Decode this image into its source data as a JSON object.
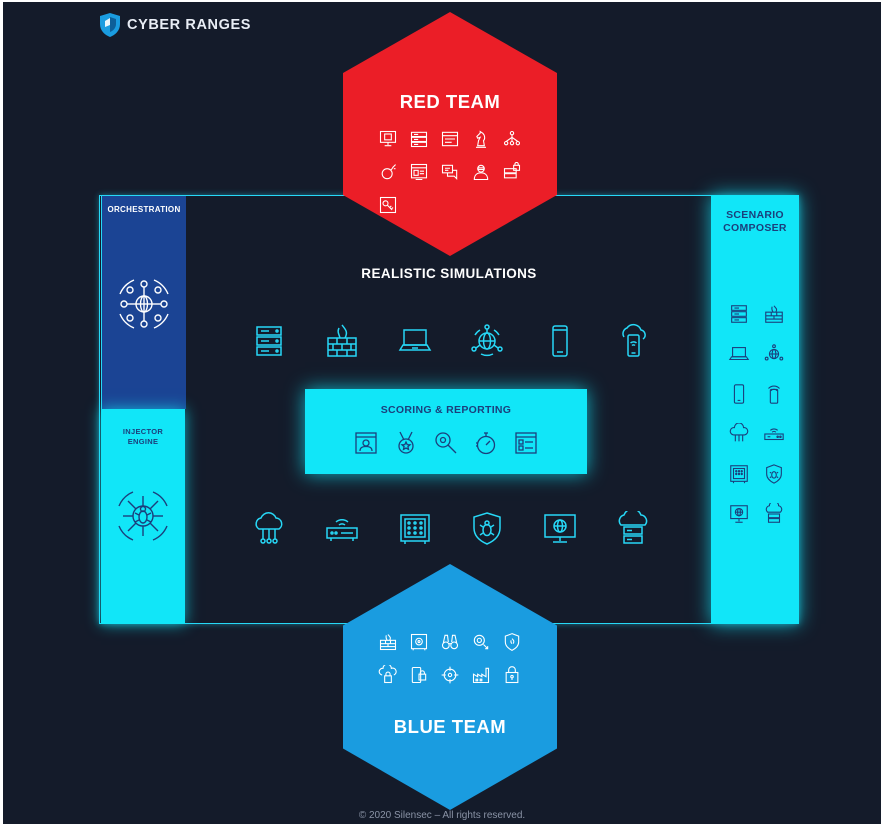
{
  "brand": {
    "name": "CYBER RANGES",
    "icon": "shield-logo-icon"
  },
  "red_team": {
    "title": "RED TEAM",
    "icons": [
      "monitor-icon",
      "server-rack-icon",
      "window-icon",
      "chess-knight-icon",
      "hierarchy-icon",
      "bomb-icon",
      "dashboard-icon",
      "chat-icon",
      "hacker-icon",
      "server-lock-icon",
      "key-icon"
    ]
  },
  "blue_team": {
    "title": "BLUE TEAM",
    "icons": [
      "firewall-icon",
      "vault-icon",
      "binoculars-icon",
      "target-cursor-icon",
      "shield-icon",
      "cloud-lock-icon",
      "phone-lock-icon",
      "crosshair-icon",
      "factory-icon",
      "lock-shield-icon"
    ]
  },
  "orchestration": {
    "label": "ORCHESTRATION",
    "icon": "orchestration-hub-icon"
  },
  "injector_engine": {
    "label_line1": "INJECTOR",
    "label_line2": "ENGINE",
    "icon": "injector-bug-icon"
  },
  "scenario_composer": {
    "label_line1": "SCENARIO",
    "label_line2": "COMPOSER",
    "icons": [
      "server-icon",
      "firewall-icon",
      "laptop-icon",
      "globe-network-icon",
      "phone-icon",
      "phone-wifi-icon",
      "cloud-network-icon",
      "router-icon",
      "vault-icon",
      "shield-bug-icon",
      "monitor-globe-icon",
      "cloud-server-icon"
    ]
  },
  "simulations": {
    "title": "REALISTIC SIMULATIONS",
    "top_icons": [
      "server-icon",
      "firewall-icon",
      "laptop-icon",
      "globe-network-icon",
      "phone-icon",
      "phone-wifi-icon"
    ],
    "bottom_icons": [
      "cloud-network-icon",
      "router-icon",
      "vault-icon",
      "shield-bug-icon",
      "monitor-globe-icon",
      "cloud-server-icon"
    ]
  },
  "scoring": {
    "label": "SCORING & REPORTING",
    "icons": [
      "profile-window-icon",
      "medal-icon",
      "magnifier-icon",
      "stopwatch-icon",
      "report-icon"
    ]
  },
  "colors": {
    "background": "#141b2a",
    "red": "#eb1e27",
    "blue": "#1a9ce0",
    "cyan": "#11e6f8",
    "navy": "#1b4494",
    "cyan_line": "#27d8f7"
  },
  "footer": "© 2020 Silensec – All rights reserved."
}
